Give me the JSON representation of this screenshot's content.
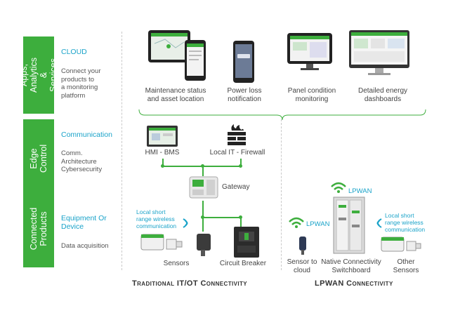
{
  "layers": [
    {
      "band": "Apps, Analytics\n& Services",
      "title": "CLOUD",
      "desc": "Connect your\nproducts to\na monitoring\nplatform"
    },
    {
      "band": "Edge Control",
      "title": "Communication",
      "desc": "Comm.\nArchitecture\nCybersecurity"
    },
    {
      "band": "Connected\nProducts",
      "title": "Equipment Or\nDevice",
      "desc": "Data acquisition"
    }
  ],
  "cloud_apps": [
    {
      "label": "Maintenance status\nand asset location"
    },
    {
      "label": "Power loss\nnotification"
    },
    {
      "label": "Panel condition\nmonitoring"
    },
    {
      "label": "Detailed energy\ndashboards"
    }
  ],
  "edge": {
    "hmi": "HMI - BMS",
    "firewall": "Local IT - Firewall",
    "gateway": "Gateway"
  },
  "traditional": {
    "wireless_label": "Local short\nrange wireless\ncommunication",
    "sensors": "Sensors",
    "breaker": "Circuit Breaker",
    "heading": "Traditional IT/OT Connectivity"
  },
  "lpwan": {
    "lpwan_label_left": "LPWAN",
    "lpwan_label_top": "LPWAN",
    "wireless_label": "Local short\nrange wireless\ncommunication",
    "sensor_cloud": "Sensor to\ncloud",
    "switchboard": "Native Connectivity\nSwitchboard",
    "other_sensors": "Other\nSensors",
    "heading": "LPWAN Connectivity"
  },
  "colors": {
    "accent_green": "#3dae3d",
    "accent_blue": "#1aa3c9"
  },
  "icons": [
    "tablet-icon",
    "phone-icon",
    "monitor-icon",
    "hmi-panel-icon",
    "firewall-icon",
    "gateway-icon",
    "wifi-icon",
    "sensor-icon",
    "circuit-breaker-icon",
    "switchboard-icon"
  ]
}
